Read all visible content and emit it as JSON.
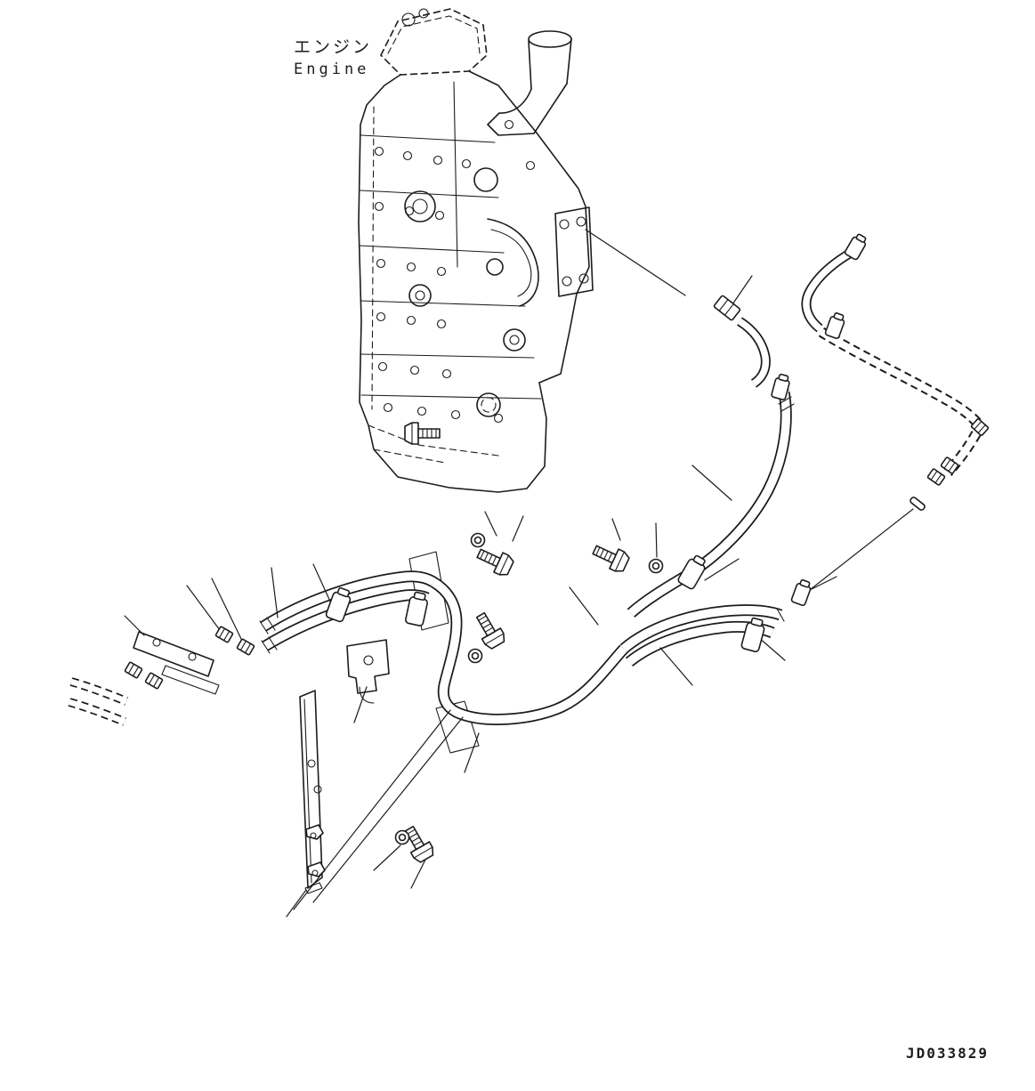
{
  "page": {
    "background_color": "#ffffff",
    "line_color": "#1c1c1c",
    "type": "exploded-parts-diagram"
  },
  "labels": {
    "engine_label_jp": "エンジン",
    "engine_label_en": "Engine",
    "drawing_number": "JD033829"
  }
}
